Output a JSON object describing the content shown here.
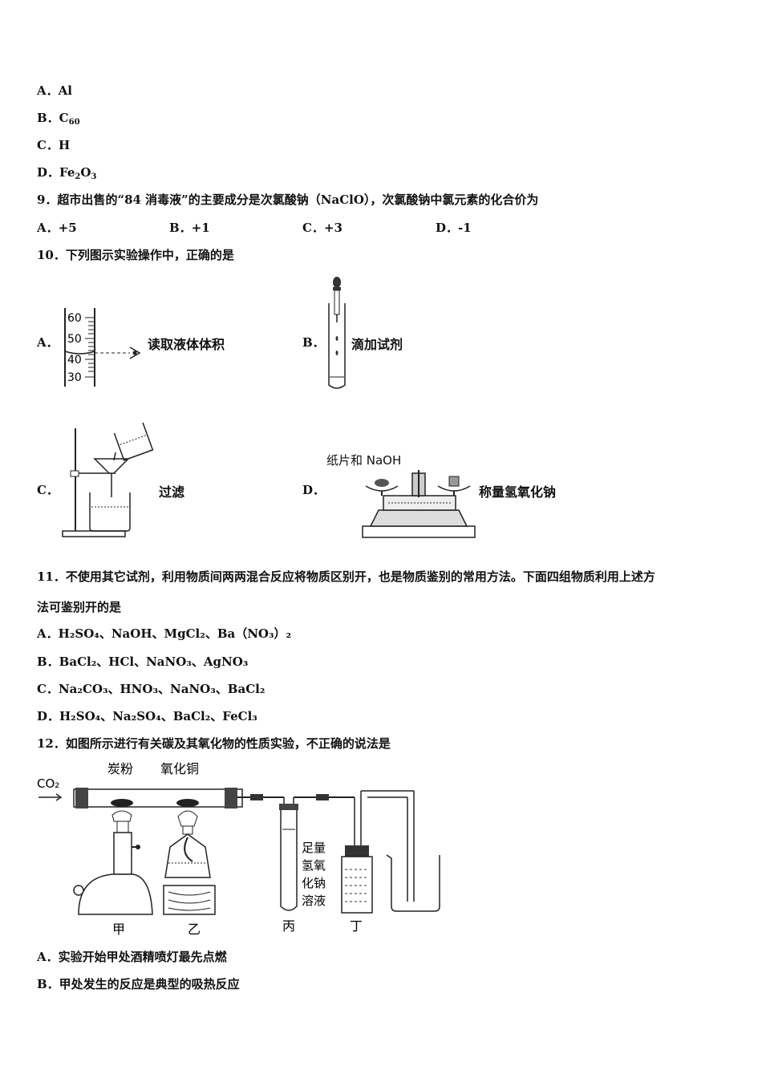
{
  "q8": {
    "A": "A．Al",
    "B_pre": "B．C",
    "B_sub": "60",
    "C": "C．H",
    "D_pre": "D．Fe",
    "D_sub1": "2",
    "D_mid": "O",
    "D_sub2": "3"
  },
  "q9": {
    "stem": "9．超市出售的“84 消毒液”的主要成分是次氯酸钠（NaClO），次氯酸钠中氯元素的化合价为",
    "A": "A．+5",
    "B": "B．+1",
    "C": "C．+3",
    "D": "D．-1"
  },
  "q10": {
    "stem": "10．下列图示实验操作中，正确的是",
    "A_letter": "A．",
    "A_text": "读取液体体积",
    "A_ticks": [
      "60",
      "50",
      "40",
      "30"
    ],
    "B_letter": "B．",
    "B_text": "滴加试剂",
    "C_letter": "C．",
    "C_text": "过滤",
    "D_letter": "D．",
    "D_text": "称量氢氧化钠",
    "D_fig_label": "纸片和 NaOH"
  },
  "q11": {
    "stem1": "11．不使用其它试剂，利用物质间两两混合反应将物质区别开，也是物质鉴别的常用方法。下面四组物质利用上述方",
    "stem2": "法可鉴别开的是",
    "A": "A．H₂SO₄、NaOH、MgCl₂、Ba（NO₃）₂",
    "B": "B．BaCl₂、HCl、NaNO₃、AgNO₃",
    "C": "C．Na₂CO₃、HNO₃、NaNO₃、BaCl₂",
    "D": "D．H₂SO₄、Na₂SO₄、BaCl₂、FeCl₃"
  },
  "q12": {
    "stem": "12．如图所示进行有关碳及其氧化物的性质实验，不正确的说法是",
    "fig": {
      "co2": "CO₂",
      "carbon": "炭粉",
      "cuo": "氧化铜",
      "naoh_lines": [
        "足量",
        "氢氧",
        "化钠",
        "溶液"
      ],
      "jia": "甲",
      "yi": "乙",
      "bing": "丙",
      "ding": "丁"
    },
    "A": "A．实验开始甲处酒精喷灯最先点燃",
    "B": "B．甲处发生的反应是典型的吸热反应"
  }
}
